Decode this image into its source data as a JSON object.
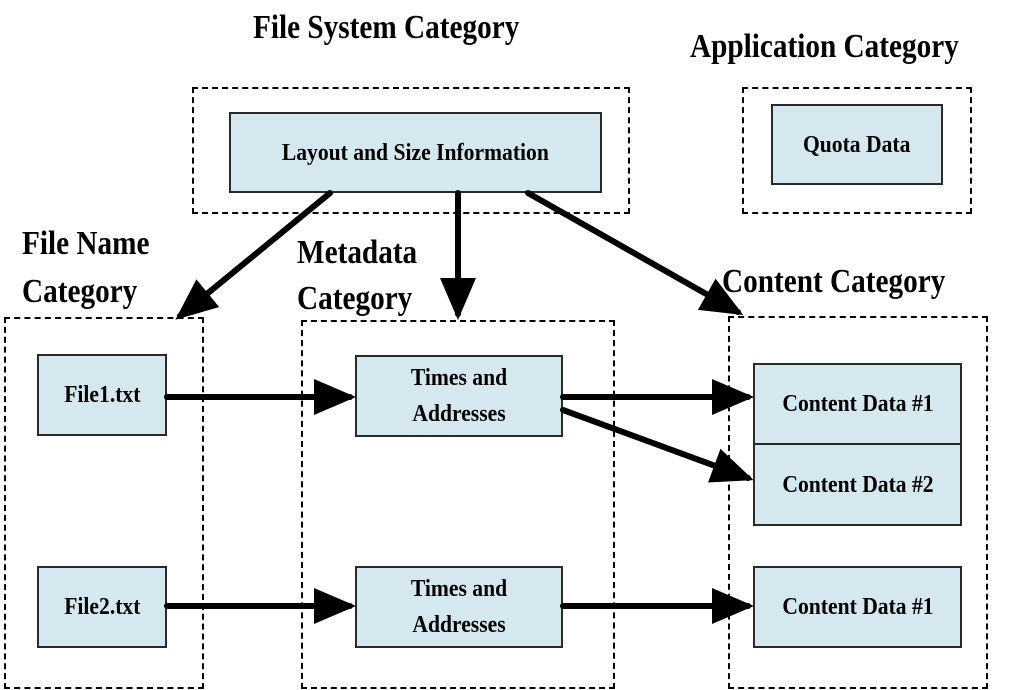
{
  "categories": {
    "file_system": "File System Category",
    "application": "Application Category",
    "file_name": "File Name Category",
    "metadata": "Metadata Category",
    "content": "Content Category"
  },
  "boxes": {
    "layout_info": "Layout and Size Information",
    "quota_data": "Quota Data",
    "file1": "File1.txt",
    "file2": "File2.txt",
    "times_addresses_1": "Times and Addresses",
    "times_addresses_2": "Times and Addresses",
    "content_data_1a": "Content Data #1",
    "content_data_2": "Content Data #2",
    "content_data_1b": "Content Data #1"
  },
  "colors": {
    "box_fill": "#d5e8f0",
    "line": "#000000"
  }
}
